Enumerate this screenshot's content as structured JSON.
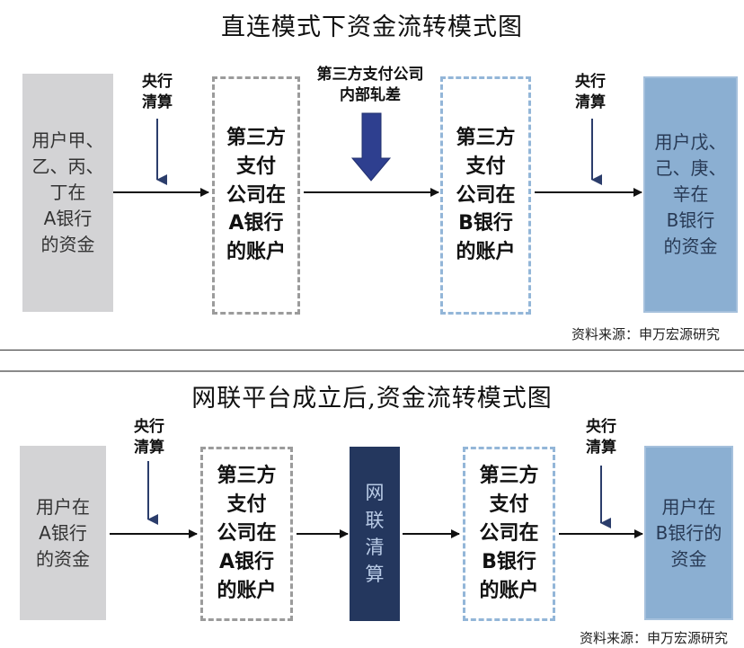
{
  "diagrams": [
    {
      "title": "直连模式下资金流转模式图",
      "nodes": [
        {
          "id": "source",
          "text": "用户甲、\n乙、丙、\n丁在\nA银行\n的资金",
          "style": "grey"
        },
        {
          "id": "tp_a",
          "text": "第三方\n支付\n公司在\nA银行\n的账户",
          "style": "dashed-grey"
        },
        {
          "id": "tp_b",
          "text": "第三方\n支付\n公司在\nB银行\n的账户",
          "style": "dashed-blue"
        },
        {
          "id": "target",
          "text": "用户戊、\n己、庚、\n辛在\nB银行\n的资金",
          "style": "blue"
        }
      ],
      "labels": [
        {
          "text": "央行\n清算",
          "position": "between source and tp_a"
        },
        {
          "text": "第三方支付公司\n内部轧差",
          "position": "between tp_a and tp_b"
        },
        {
          "text": "央行\n清算",
          "position": "between tp_b and target"
        }
      ],
      "edges": [
        [
          "source",
          "tp_a"
        ],
        [
          "tp_a",
          "tp_b"
        ],
        [
          "tp_b",
          "target"
        ]
      ],
      "source_note": "资料来源：申万宏源研究"
    },
    {
      "title": "网联平台成立后,资金流转模式图",
      "nodes": [
        {
          "id": "source",
          "text": "用户在\nA银行\n的资金",
          "style": "grey"
        },
        {
          "id": "tp_a",
          "text": "第三方\n支付\n公司在\nA银行\n的账户",
          "style": "dashed-grey"
        },
        {
          "id": "netunion",
          "text": "网\n联\n清\n算",
          "style": "navy"
        },
        {
          "id": "tp_b",
          "text": "第三方\n支付\n公司在\nB银行\n的账户",
          "style": "dashed-blue"
        },
        {
          "id": "target",
          "text": "用户在\nB银行的\n资金",
          "style": "blue"
        }
      ],
      "labels": [
        {
          "text": "央行\n清算",
          "position": "between source and tp_a"
        },
        {
          "text": "央行\n清算",
          "position": "between tp_b and target"
        }
      ],
      "edges": [
        [
          "source",
          "tp_a"
        ],
        [
          "tp_a",
          "netunion"
        ],
        [
          "netunion",
          "tp_b"
        ],
        [
          "tp_b",
          "target"
        ]
      ],
      "source_note": "资料来源：申万宏源研究"
    }
  ],
  "colors": {
    "grey_box": "#d3d3d5",
    "blue_box": "#8bafd2",
    "navy_box": "#24375e",
    "dash_grey": "#9b9b9b",
    "dash_blue": "#93b6d8",
    "down_arrow": "#2b3d6b",
    "big_arrow": "#2e3f8f"
  }
}
